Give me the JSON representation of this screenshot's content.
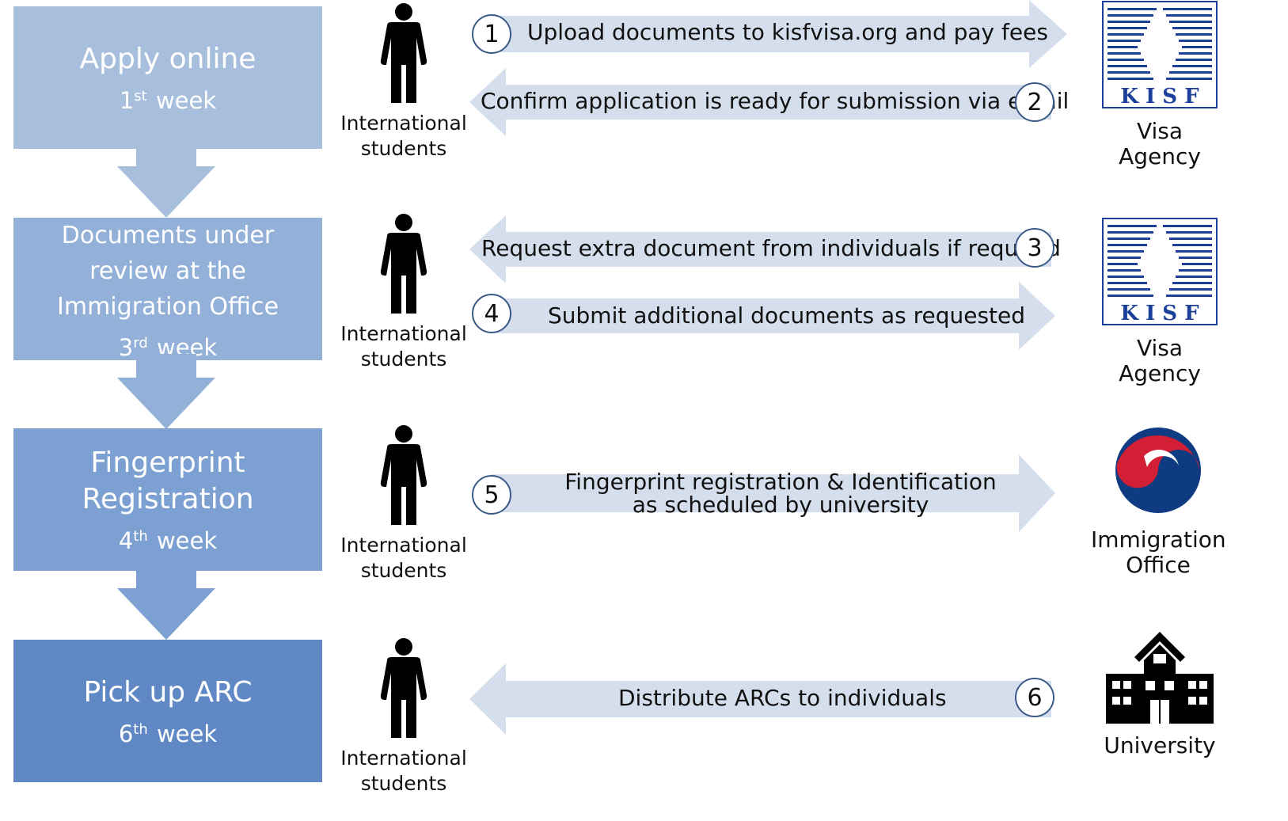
{
  "stages": [
    {
      "title": "Apply online",
      "week_num": "1",
      "week_sup": "st",
      "week_word": "week",
      "color": "#a7bfdd"
    },
    {
      "title": "Documents under review at the Immigration Office",
      "week_num": "3",
      "week_sup": "rd",
      "week_word": "week",
      "color": "#93b1d8"
    },
    {
      "title": "Fingerprint Registration",
      "week_num": "4",
      "week_sup": "th",
      "week_word": "week",
      "color": "#7ca0d1"
    },
    {
      "title": "Pick up ARC",
      "week_num": "6",
      "week_sup": "th",
      "week_word": "week",
      "color": "#5f88c4"
    }
  ],
  "student_label": "International students",
  "steps": [
    {
      "num": "1",
      "text": "Upload documents to kisfvisa.org and pay fees"
    },
    {
      "num": "2",
      "text": "Confirm application is ready for submission via email"
    },
    {
      "num": "3",
      "text": "Request extra document from individuals if required"
    },
    {
      "num": "4",
      "text": "Submit additional documents as requested"
    },
    {
      "num": "5",
      "text_line1": "Fingerprint registration & Identification",
      "text_line2": "as scheduled by university"
    },
    {
      "num": "6",
      "text": "Distribute ARCs to individuals"
    }
  ],
  "entities": {
    "visa_agency_1": {
      "label": "Visa Agency",
      "logo_letters": "K I S F"
    },
    "visa_agency_2": {
      "label": "Visa Agency",
      "logo_letters": "K I S F"
    },
    "immigration": {
      "label_line1": "Immigration",
      "label_line2": "Office"
    },
    "university": {
      "label": "University"
    }
  },
  "colors": {
    "arrow_fill": "#d5deec",
    "number_border": "#3b5a86",
    "logo_blue": "#1b3f9a",
    "taegeuk_red": "#d21f35",
    "taegeuk_blue": "#0f3b82"
  }
}
